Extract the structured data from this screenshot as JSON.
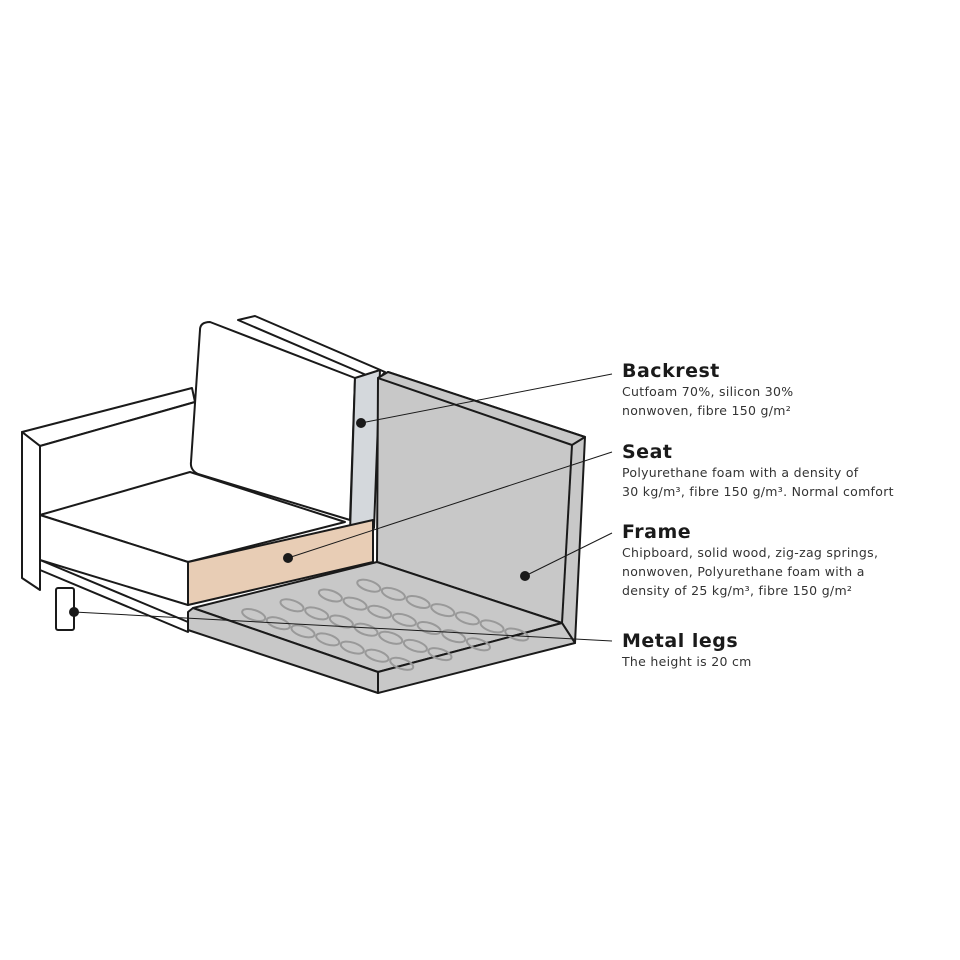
{
  "colors": {
    "outline": "#1a1a1a",
    "frame": "#c8c8c8",
    "seat_foam": "#e8cdb5",
    "backrest_foam": "#d4d8dc"
  },
  "callouts": [
    {
      "title": "Backrest",
      "lines": [
        "Cutfoam 70%, silicon 30%",
        "nonwoven, fibre 150 g/m²"
      ]
    },
    {
      "title": "Seat",
      "lines": [
        "Polyurethane foam with a density of",
        "30 kg/m³, fibre 150 g/m³. Normal comfort"
      ]
    },
    {
      "title": "Frame",
      "lines": [
        "Chipboard, solid wood, zig-zag springs,",
        "nonwoven, Polyurethane foam with a",
        "density of 25 kg/m³, fibre 150 g/m²"
      ]
    },
    {
      "title": "Metal legs",
      "lines": [
        "The height is 20 cm"
      ]
    }
  ]
}
